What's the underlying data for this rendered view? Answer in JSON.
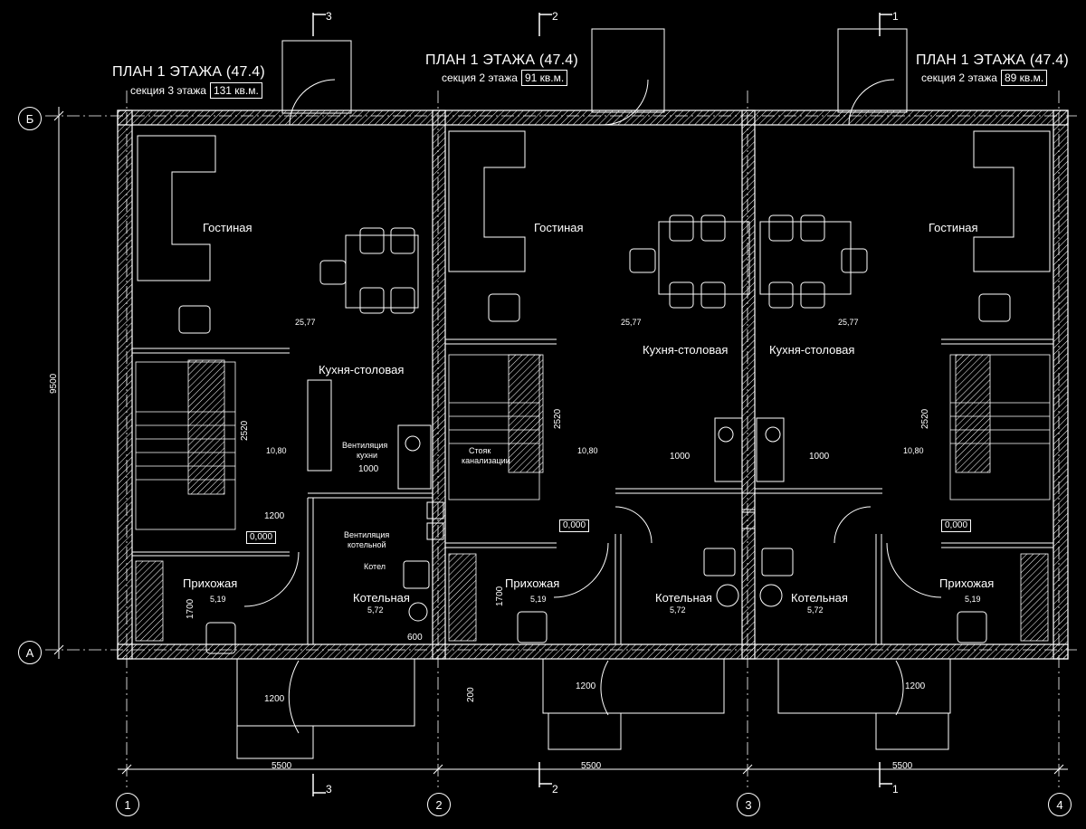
{
  "units": [
    {
      "title": "ПЛАН 1 ЭТАЖА (47.4)",
      "section": "секция 3 этажа",
      "area": "131 кв.м."
    },
    {
      "title": "ПЛАН 1 ЭТАЖА (47.4)",
      "section": "секция 2 этажа",
      "area": "91 кв.м."
    },
    {
      "title": "ПЛАН 1 ЭТАЖА (47.4)",
      "section": "секция 2 этажа",
      "area": "89 кв.м."
    }
  ],
  "rooms": {
    "living": "Гостиная",
    "kitchen": "Кухня-столовая",
    "hall": "Прихожая",
    "boiler": "Котельная"
  },
  "areas": {
    "main": "25,77",
    "stair": "10,80",
    "hall": "5,19",
    "boiler": "5,72"
  },
  "levels": {
    "zero": "0,000"
  },
  "notes": {
    "vent_kitchen_1": "Вентиляция",
    "vent_kitchen_2": "кухни",
    "vent_boiler_1": "Вентиляция",
    "vent_boiler_2": "котельной",
    "boiler_unit": "Котел",
    "riser_1": "Стояк",
    "riser_2": "канализации"
  },
  "dims": {
    "total_height": "9500",
    "bay_width": "5500",
    "stair_len": "2520",
    "hall_len": "1700",
    "kitchen_w": "1000",
    "door_w": "1200",
    "boiler_w": "600",
    "step": "200"
  },
  "grid_axes": {
    "rows": [
      "Б",
      "А"
    ],
    "columns": [
      "1",
      "2",
      "3",
      "4"
    ]
  },
  "section_cuts": [
    "3",
    "2",
    "1"
  ],
  "colors": {
    "background": "#000000",
    "lines": "#ffffff"
  }
}
